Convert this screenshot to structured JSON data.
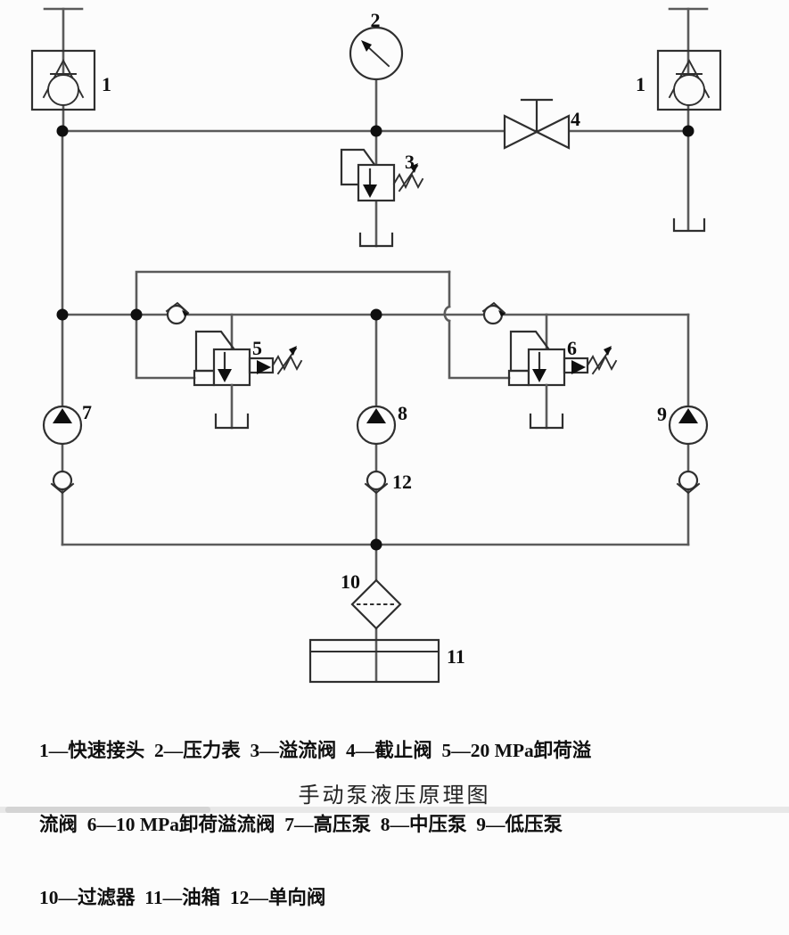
{
  "colors": {
    "wire": "#5b5b5b",
    "symbol": "#2f2f2f",
    "ink": "#0f0f0f",
    "bg": "#fcfcfc",
    "strip": "#e8e8e8",
    "strip_dark": "#d4d4d4"
  },
  "labels": {
    "coupler_left": "1",
    "coupler_right": "1",
    "gauge": "2",
    "relief_valve": "3",
    "shutoff_valve": "4",
    "unload_valve_20": "5",
    "unload_valve_10": "6",
    "pump_high": "7",
    "pump_medium": "8",
    "pump_low": "9",
    "filter": "10",
    "tank": "11",
    "check_valve": "12"
  },
  "legend": {
    "line1": "1—快速接头  2—压力表  3—溢流阀  4—截止阀  5—20 MPa卸荷溢",
    "line2": "流阀  6—10 MPa卸荷溢流阀  7—高压泵  8—中压泵  9—低压泵",
    "line3": "10—过滤器  11—油箱  12—单向阀"
  },
  "caption": "手动泵液压原理图"
}
